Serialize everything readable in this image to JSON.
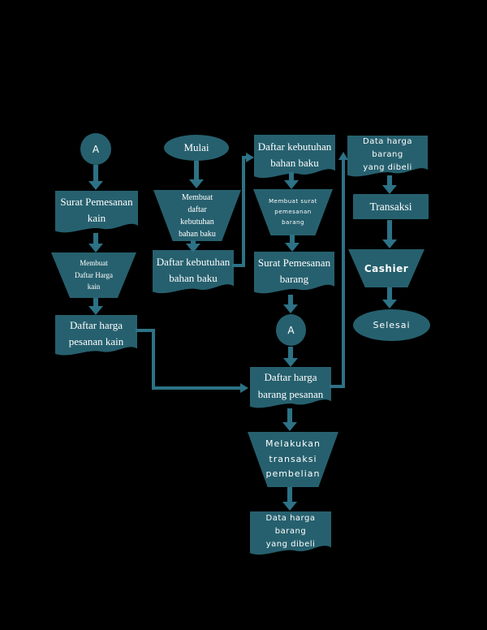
{
  "colors": {
    "background": "#000000",
    "shape_fill": "#26606e",
    "connector_line": "#2d7286",
    "text": "#ffffff"
  },
  "nodes": {
    "connector_a_left": {
      "shape": "connector-circle",
      "lines": [
        "A"
      ]
    },
    "surat_pemesanan_kain": {
      "shape": "document",
      "lines": [
        "Surat Pemesanan",
        "kain"
      ]
    },
    "membuat_daftar_harga_kain": {
      "shape": "manual-operation",
      "lines": [
        "Membuat",
        "Daftar Harga",
        "kain"
      ]
    },
    "daftar_harga_pesanan_kain": {
      "shape": "document",
      "lines": [
        "Daftar harga",
        "pesanan kain"
      ]
    },
    "mulai": {
      "shape": "terminator",
      "lines": [
        "Mulai"
      ]
    },
    "membuat_daftar_kebutuhan": {
      "shape": "manual-operation",
      "lines": [
        "Membuat",
        "daftar",
        "kebutuhan",
        "bahan baku"
      ]
    },
    "daftar_kebutuhan_mid": {
      "shape": "document",
      "lines": [
        "Daftar kebutuhan",
        "bahan baku"
      ]
    },
    "daftar_kebutuhan_top": {
      "shape": "document",
      "lines": [
        "Daftar kebutuhan",
        "bahan baku"
      ]
    },
    "membuat_surat_pemesanan": {
      "shape": "manual-operation",
      "lines": [
        "Membuat surat",
        "pemesanan",
        "barang"
      ]
    },
    "surat_pemesanan_barang": {
      "shape": "document",
      "lines": [
        "Surat Pemesanan",
        "barang"
      ]
    },
    "connector_a_mid": {
      "shape": "connector-circle",
      "lines": [
        "A"
      ]
    },
    "daftar_harga_barang_pesanan": {
      "shape": "document",
      "lines": [
        "Daftar harga",
        "barang pesanan"
      ]
    },
    "melakukan_transaksi": {
      "shape": "manual-operation",
      "lines": [
        "Melakukan",
        "transaksi",
        "pembelian"
      ]
    },
    "data_harga_dibeli_bottom": {
      "shape": "document",
      "lines": [
        "Data harga barang",
        "yang dibeli"
      ]
    },
    "data_harga_dibeli_top": {
      "shape": "document",
      "lines": [
        "Data harga barang",
        "yang dibeli"
      ]
    },
    "transaksi": {
      "shape": "process",
      "lines": [
        "Transaksi"
      ]
    },
    "cashier": {
      "shape": "manual-operation",
      "lines": [
        "Cashier"
      ]
    },
    "selesai": {
      "shape": "terminator",
      "lines": [
        "Selesai"
      ]
    }
  },
  "edges": [
    {
      "from": "connector_a_left",
      "to": "surat_pemesanan_kain"
    },
    {
      "from": "surat_pemesanan_kain",
      "to": "membuat_daftar_harga_kain"
    },
    {
      "from": "membuat_daftar_harga_kain",
      "to": "daftar_harga_pesanan_kain"
    },
    {
      "from": "daftar_harga_pesanan_kain",
      "to": "daftar_harga_barang_pesanan"
    },
    {
      "from": "mulai",
      "to": "membuat_daftar_kebutuhan"
    },
    {
      "from": "membuat_daftar_kebutuhan",
      "to": "daftar_kebutuhan_mid"
    },
    {
      "from": "daftar_kebutuhan_mid",
      "to": "daftar_kebutuhan_top"
    },
    {
      "from": "daftar_kebutuhan_top",
      "to": "membuat_surat_pemesanan"
    },
    {
      "from": "membuat_surat_pemesanan",
      "to": "surat_pemesanan_barang"
    },
    {
      "from": "surat_pemesanan_barang",
      "to": "connector_a_mid"
    },
    {
      "from": "connector_a_mid",
      "to": "daftar_harga_barang_pesanan"
    },
    {
      "from": "daftar_harga_barang_pesanan",
      "to": "data_harga_dibeli_top"
    },
    {
      "from": "daftar_harga_barang_pesanan",
      "to": "melakukan_transaksi"
    },
    {
      "from": "melakukan_transaksi",
      "to": "data_harga_dibeli_bottom"
    },
    {
      "from": "data_harga_dibeli_top",
      "to": "transaksi"
    },
    {
      "from": "transaksi",
      "to": "cashier"
    },
    {
      "from": "cashier",
      "to": "selesai"
    }
  ]
}
